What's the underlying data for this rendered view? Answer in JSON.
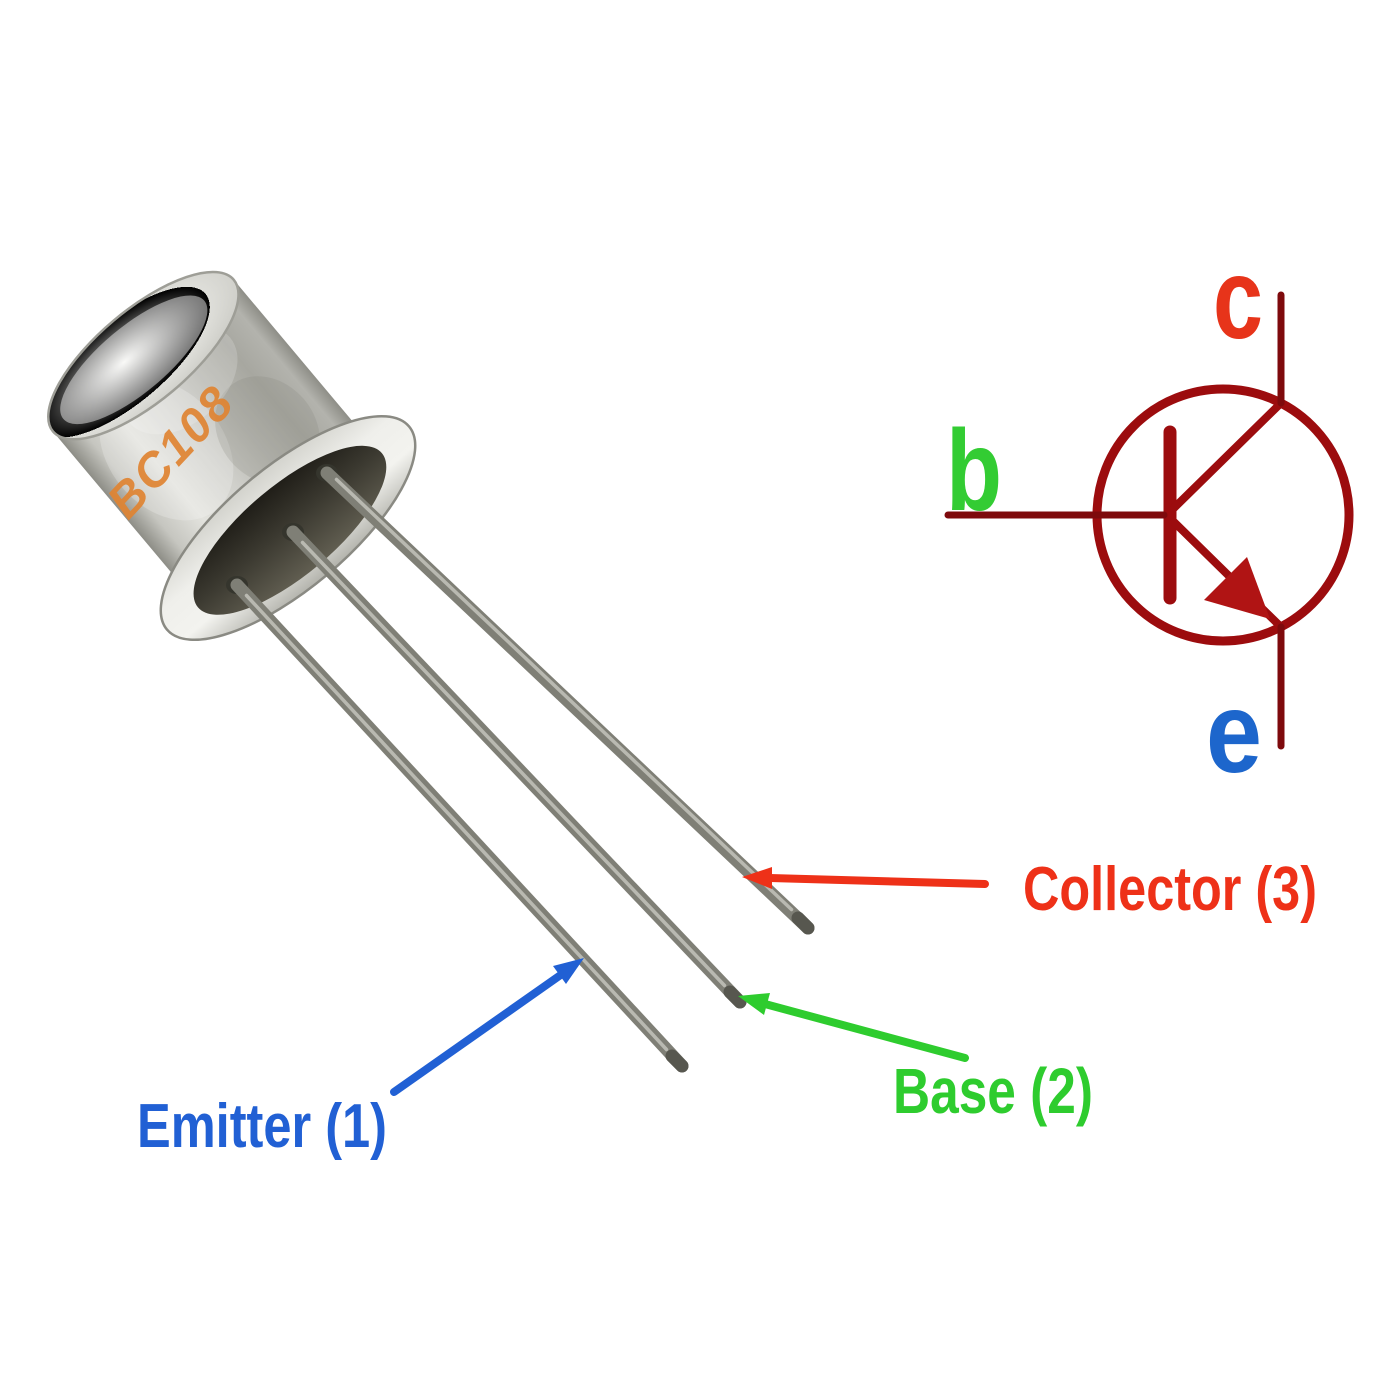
{
  "photo": {
    "component_marking": "BC108",
    "marking_color": "#e08432"
  },
  "pins": [
    {
      "name": "emitter",
      "number": "1",
      "label": "Emitter (1)",
      "color": "#2160d4"
    },
    {
      "name": "base",
      "number": "2",
      "label": "Base (2)",
      "color": "#2ecc2e"
    },
    {
      "name": "collector",
      "number": "3",
      "label": "Collector (3)",
      "color": "#ee3118"
    }
  ],
  "symbol": {
    "type": "npn-transistor",
    "stroke_color": "#9c0c0e",
    "lead_color": "#7e0a0c",
    "arrow_color": "#b01414",
    "terminals": [
      {
        "letter": "c",
        "name": "collector",
        "color": "#e7341a"
      },
      {
        "letter": "b",
        "name": "base",
        "color": "#33cc33"
      },
      {
        "letter": "e",
        "name": "emitter",
        "color": "#1d66cc"
      }
    ]
  }
}
